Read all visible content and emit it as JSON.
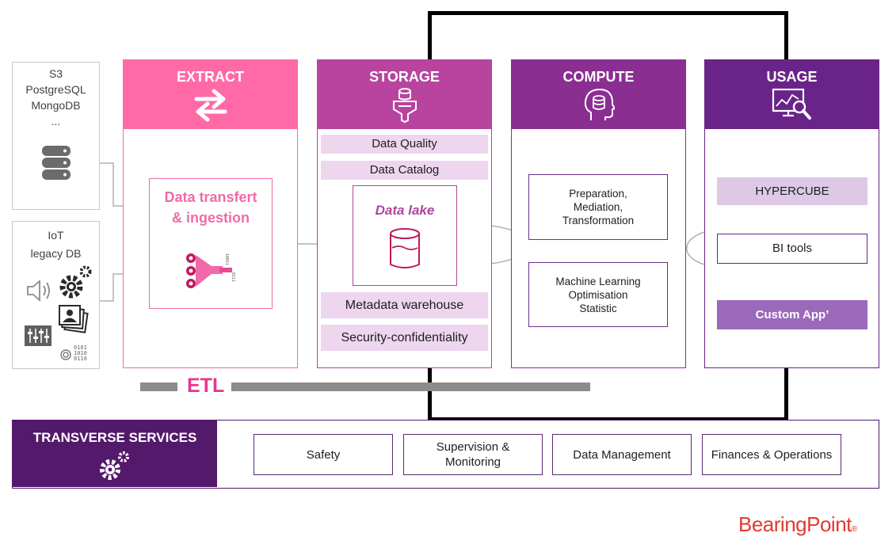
{
  "sources": {
    "db_list": "S3\nPostgreSQL\nMongoDB\n...",
    "iot_list": "IoT\nlegacy DB"
  },
  "columns": {
    "extract": {
      "title": "EXTRACT",
      "icon": "arrows-exchange-icon"
    },
    "storage": {
      "title": "STORAGE",
      "icon": "storage-funnel-icon"
    },
    "compute": {
      "title": "COMPUTE",
      "icon": "brain-database-icon"
    },
    "usage": {
      "title": "USAGE",
      "icon": "monitor-analytics-icon"
    }
  },
  "extract": {
    "box_label": "Data transfert\n& ingestion"
  },
  "storage": {
    "data_quality": "Data Quality",
    "data_catalog": "Data Catalog",
    "data_lake": "Data lake",
    "metadata_warehouse": "Metadata warehouse",
    "security": "Security-confidentiality"
  },
  "compute": {
    "preparation": "Preparation,\nMediation,\nTransformation",
    "ml": "Machine Learning\nOptimisation\nStatistic"
  },
  "usage": {
    "hypercube": "HYPERCUBE",
    "bi_tools": "BI tools",
    "custom_app": "Custom App’"
  },
  "etl_label": "ETL",
  "transverse": {
    "title": "TRANSVERSE SERVICES",
    "services": [
      "Safety",
      "Supervision &\nMonitoring",
      "Data Management",
      "Finances & Operations"
    ]
  },
  "brand": "BearingPoint",
  "colors": {
    "extract": "#f06aa8",
    "storage": "#b0449e",
    "compute": "#8a2e92",
    "usage": "#6a2388",
    "transverse": "#53196b",
    "etl_text": "#e8368f",
    "brand": "#e03a2f"
  }
}
